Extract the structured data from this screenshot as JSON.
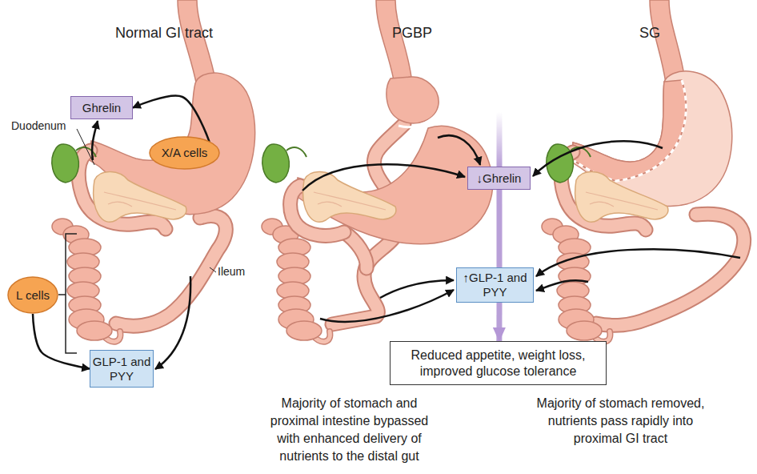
{
  "diagram": {
    "nodes": [
      {
        "text": [
          "Ghrelin"
        ]
      },
      {
        "text": [
          "X/A cells"
        ]
      },
      {
        "text": [
          "L cells"
        ]
      },
      {
        "text": [
          "GLP-1 and PYY"
        ]
      },
      {
        "text": [
          "↓Ghrelin"
        ]
      },
      {
        "text": [
          "↑GLP-1 and PYY"
        ]
      },
      {
        "text": [
          "Reduced appetite, weight loss, improved glucose tolerance"
        ]
      }
    ],
    "edges": [
      {
        "from": 1,
        "to": 0,
        "arrow": "to"
      },
      {
        "from": 2,
        "to": 3,
        "arrow": "to"
      },
      {
        "from": 4,
        "to": 5,
        "arrow": "none"
      },
      {
        "from": 5,
        "to": 6,
        "arrow": "to"
      }
    ],
    "labels": [
      "Normal GI tract",
      "PGBP",
      "SG",
      "Duodenum",
      "Ileum",
      "Majority of stomach and proximal intestine bypassed with enhanced delivery of nutrients to the distal gut",
      "Majority of stomach removed, nutrients pass rapidly into proximal GI tract"
    ]
  }
}
